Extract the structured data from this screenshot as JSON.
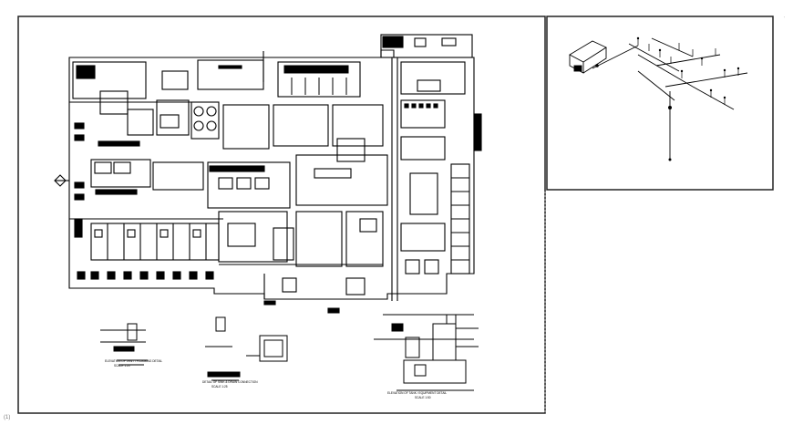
{
  "drawing": {
    "sheets": [
      "floor-plan",
      "isometric-piping"
    ],
    "detail_titles": [
      "ELEVATION OF VENT / PLUMBING DETAIL",
      "DETAIL OF SINK & DRAIN CONNECTION",
      "ELEVATION OF TANK / EQUIPMENT DETAIL"
    ],
    "scale_notes": [
      "SCALE 1:20",
      "SCALE 1:25",
      "SCALE 1:50"
    ],
    "corner_mark": "(1)"
  },
  "colors": {
    "line": "#000000",
    "sheet_border": "#222222",
    "background": "#ffffff"
  }
}
